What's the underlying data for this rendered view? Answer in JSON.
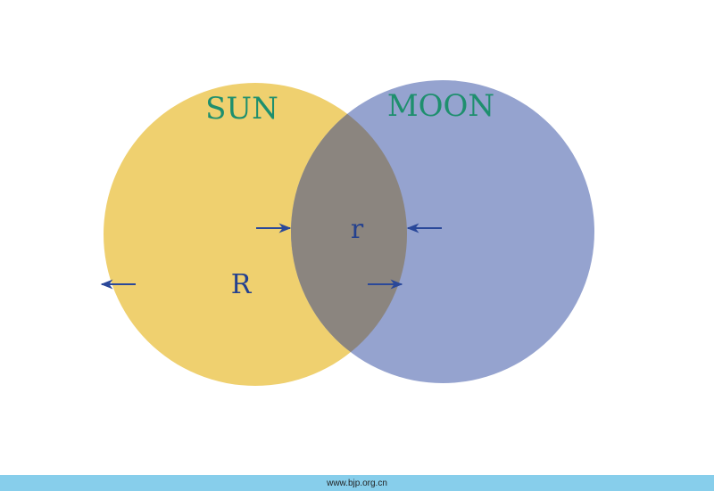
{
  "circles": {
    "sun": {
      "label": "SUN",
      "color": "#EFD06F"
    },
    "moon": {
      "label": "MOON",
      "color": "#95A3CF"
    },
    "overlap_color": "#8B857F"
  },
  "labels": {
    "big_radius": "R",
    "small_radius": "r",
    "title_color": "#1E8F6E",
    "radius_color": "#24418F"
  },
  "arrow_color": "#2A4899",
  "footer": {
    "text": "www.bjp.org.cn",
    "background": "#87CEEB"
  }
}
